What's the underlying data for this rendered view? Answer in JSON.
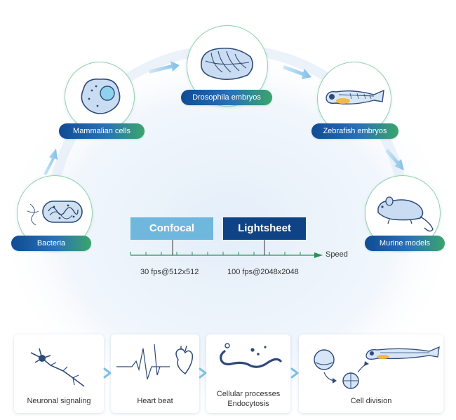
{
  "organisms": [
    {
      "label": "Bacteria",
      "icon": "bacterium-icon"
    },
    {
      "label": "Mammalian cells",
      "icon": "cell-icon"
    },
    {
      "label": "Drosophila embryos",
      "icon": "drosophila-embryo-icon"
    },
    {
      "label": "Zebrafish embryos",
      "icon": "zebrafish-icon"
    },
    {
      "label": "Murine models",
      "icon": "mouse-icon"
    }
  ],
  "speed": {
    "confocal_label": "Confocal",
    "lightsheet_label": "Lightsheet",
    "confocal_rate": "30 fps@512x512",
    "lightsheet_rate": "100 fps@2048x2048",
    "axis_label": "Speed"
  },
  "processes": [
    {
      "label": "Neuronal signaling",
      "icon": "neuron-icon"
    },
    {
      "label": "Heart beat",
      "icon": "heart-icon"
    },
    {
      "label_line1": "Cellular processes",
      "label_line2": "Endocytosis",
      "icon": "vesicle-icon"
    },
    {
      "label": "Cell division",
      "icon": "embryo-division-icon"
    }
  ],
  "colors": {
    "navy": "#0f4c93",
    "green": "#3aa56a",
    "confocal": "#6fb7dc",
    "lightsheet": "#0f4385"
  }
}
